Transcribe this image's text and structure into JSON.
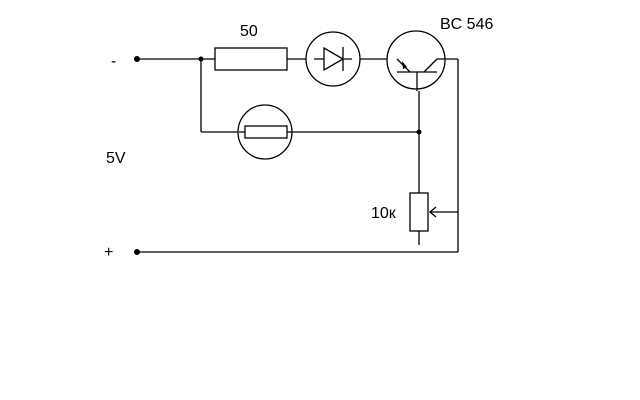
{
  "labels": {
    "negative_terminal": "-",
    "positive_terminal": "+",
    "supply_voltage": "5V",
    "resistor_value": "50",
    "transistor_model": "BC 546",
    "potentiometer_value": "10к"
  },
  "colors": {
    "line": "#000000",
    "background": "#ffffff"
  }
}
